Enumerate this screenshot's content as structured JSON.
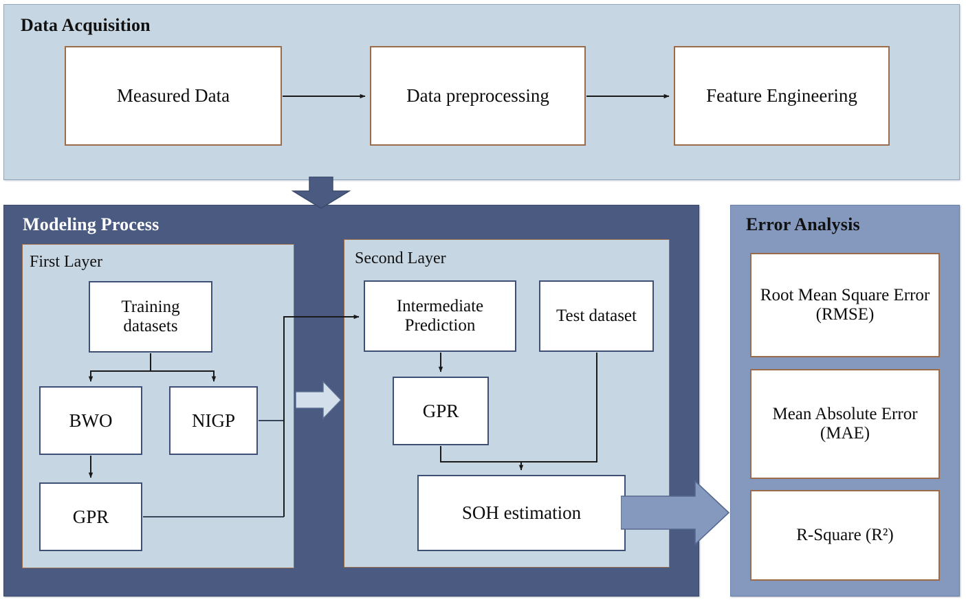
{
  "diagram": {
    "title": "SOH estimation modeling framework flowchart",
    "colors": {
      "panel_light": "#c6d6e3",
      "panel_navy": "#4a5a80",
      "panel_slate": "#8499bd",
      "box_border_tan": "#9b6b4a",
      "box_border_navy": "#3d4f74",
      "connector": "#1a1a1a",
      "text_dark": "#0d0d0d",
      "text_light": "#ffffff"
    }
  },
  "acquisition": {
    "title": "Data Acquisition",
    "boxes": [
      {
        "id": "measured",
        "label": "Measured Data"
      },
      {
        "id": "prepro",
        "label": "Data preprocessing"
      },
      {
        "id": "feature",
        "label": "Feature Engineering"
      }
    ]
  },
  "modeling": {
    "title": "Modeling Process",
    "first_layer": {
      "title": "First Layer",
      "boxes": [
        {
          "id": "training",
          "label": "Training datasets"
        },
        {
          "id": "bwo",
          "label": "BWO"
        },
        {
          "id": "nigp",
          "label": "NIGP"
        },
        {
          "id": "gpr1",
          "label": "GPR"
        }
      ]
    },
    "second_layer": {
      "title": "Second Layer",
      "boxes": [
        {
          "id": "interm",
          "label": "Intermediate Prediction"
        },
        {
          "id": "test",
          "label": "Test dataset"
        },
        {
          "id": "gpr2",
          "label": "GPR"
        },
        {
          "id": "soh",
          "label": "SOH estimation"
        }
      ]
    }
  },
  "error_analysis": {
    "title": "Error Analysis",
    "boxes": [
      {
        "id": "rmse",
        "label": "Root Mean Square Error (RMSE)"
      },
      {
        "id": "mae",
        "label": "Mean Absolute Error (MAE)"
      },
      {
        "id": "r2",
        "label": "R-Square (R²)"
      }
    ]
  },
  "arrows": {
    "acq_to_model": "down-block-arrow",
    "first_to_second": "right-block-arrow",
    "model_to_error": "right-block-arrow"
  }
}
